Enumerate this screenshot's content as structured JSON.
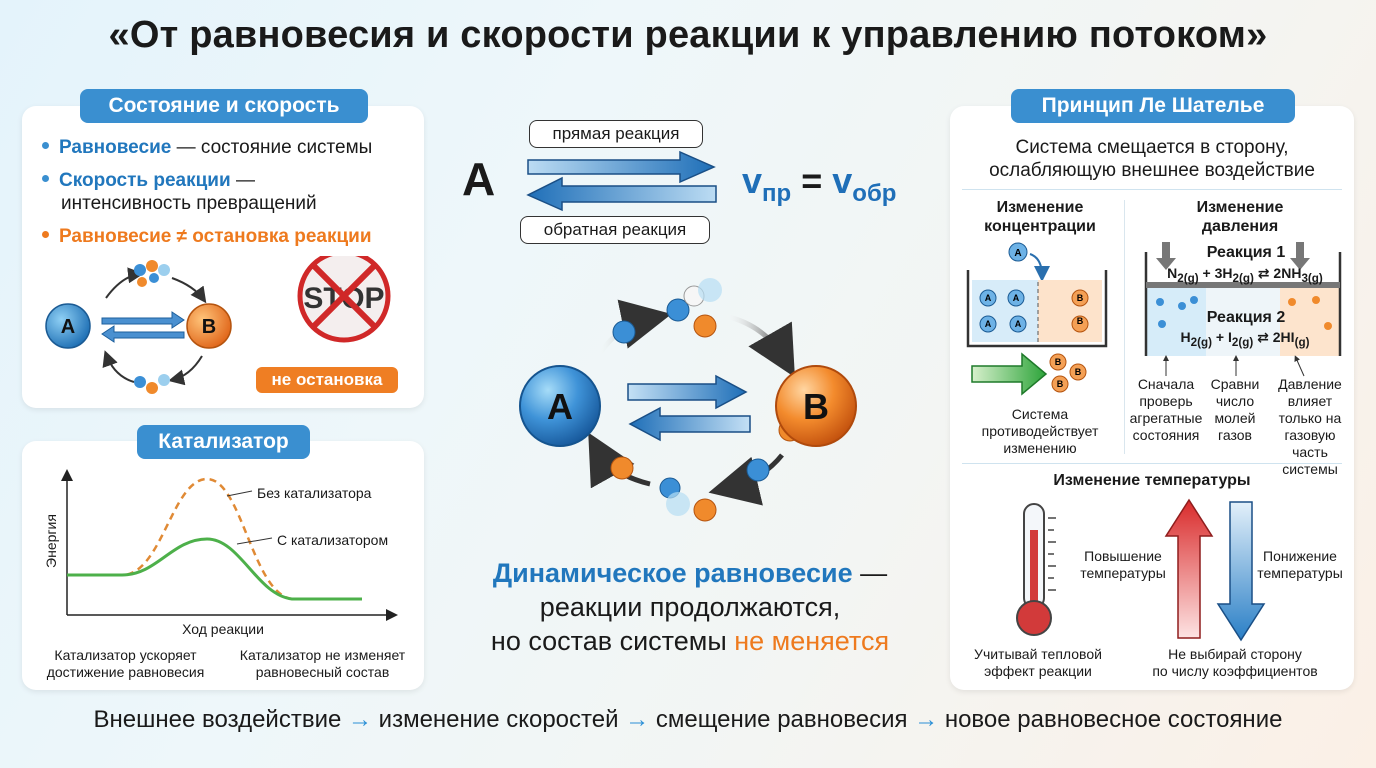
{
  "title": "«От равновесия и скорости реакции к управлению потоком»",
  "left_top": {
    "header": "Состояние и скорость",
    "b1_term": "Равновесие",
    "b1_rest": " — состояние системы",
    "b2_term": "Скорость реакции",
    "b2_rest": " —",
    "b2_line2": "интенсивность превращений",
    "b3": "Равновесие ≠ остановка реакции",
    "node_a": "A",
    "node_b": "B",
    "stop_text": "STOP",
    "stop_badge": "не остановка"
  },
  "catalyst": {
    "header": "Катализатор",
    "ylabel": "Энергия",
    "xlabel": "Ход реакции",
    "label_without": "Без катализатора",
    "label_with": "С катализатором",
    "note_left_1": "Катализатор ускоряет",
    "note_left_2": "достижение равновесия",
    "note_right_1": "Катализатор не изменяет",
    "note_right_2": "равновесный состав"
  },
  "center": {
    "forward_label": "прямая реакция",
    "reverse_label": "обратная реакция",
    "species_a": "A",
    "v": "v",
    "v_sub_forward": "пр",
    "eq": "=",
    "v_sub_reverse": "обр",
    "node_a": "A",
    "node_b": "B",
    "dyn_term": "Динамическое равновесие",
    "dyn_dash": " —",
    "dyn_line2": "реакции продолжаются,",
    "dyn_line3_pre": "но состав системы ",
    "dyn_line3_hl": "не меняется"
  },
  "right": {
    "header": "Принцип Ле Шателье",
    "intro_1": "Система смещается в сторону,",
    "intro_2": "ослабляющую внешнее воздействие",
    "conc_title_1": "Изменение",
    "conc_title_2": "концентрации",
    "conc_note_1": "Система",
    "conc_note_2": "противодействует",
    "conc_note_3": "изменению",
    "press_title_1": "Изменение",
    "press_title_2": "давления",
    "r1_title": "Реакция 1",
    "r2_title": "Реакция 2",
    "note1": [
      "Сначала",
      "проверь",
      "агрегатные",
      "состояния"
    ],
    "note2": [
      "Сравни",
      "число",
      "молей",
      "газов"
    ],
    "note3": [
      "Давление",
      "влияет",
      "только на",
      "газовую",
      "часть системы"
    ],
    "temp_title": "Изменение температуры",
    "temp_up_1": "Повышение",
    "temp_up_2": "температуры",
    "temp_down_1": "Понижение",
    "temp_down_2": "температуры",
    "temp_note_left_1": "Учитывай тепловой",
    "temp_note_left_2": "эффект реакции",
    "temp_note_right_1": "Не выбирай сторону",
    "temp_note_right_2": "по числу коэффициентов",
    "a": "A",
    "b": "B"
  },
  "footer": {
    "s1": "Внешнее воздействие",
    "s2": "изменение скоростей",
    "s3": "смещение равновесия",
    "s4": "новое равновесное состояние",
    "arrow": "→"
  },
  "colors": {
    "blue": "#2177bd",
    "orange": "#ee7a1e",
    "pill": "#3a8fd0"
  }
}
